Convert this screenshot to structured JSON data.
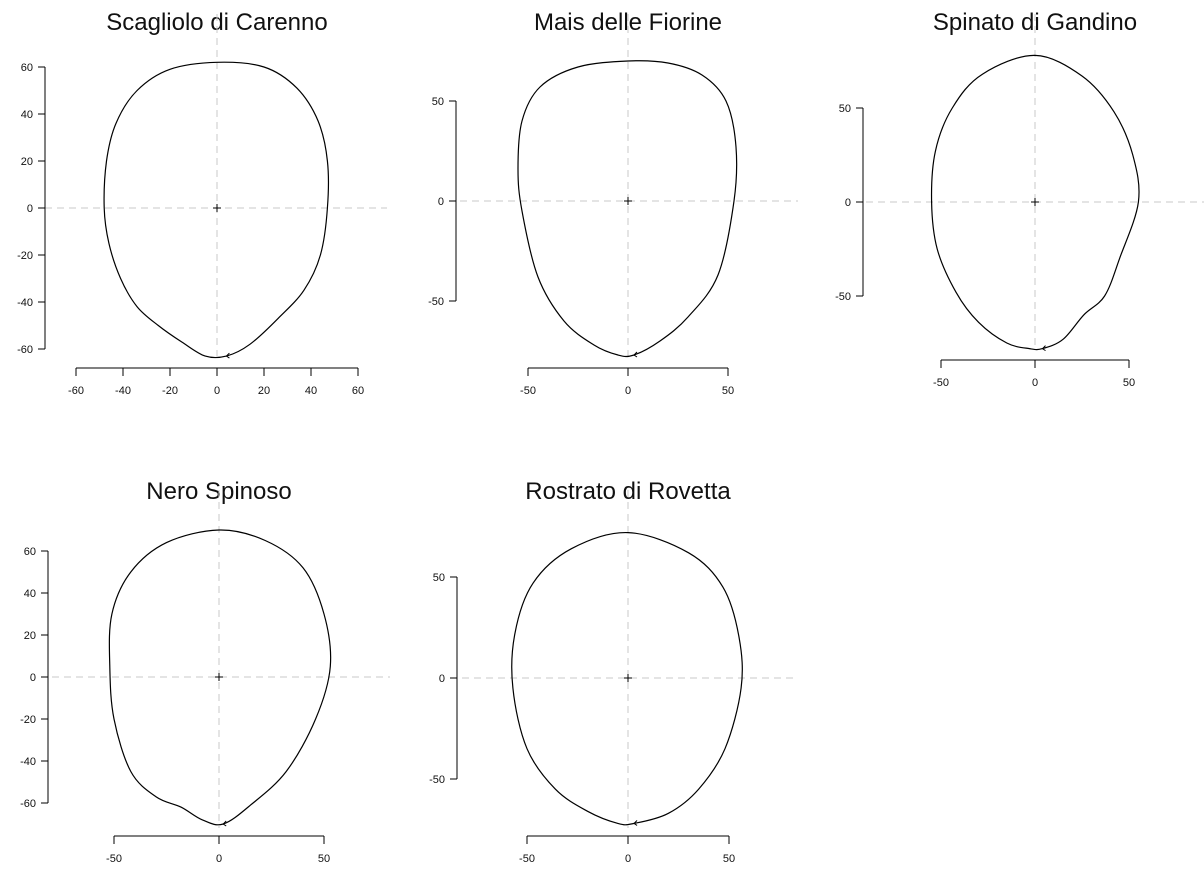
{
  "figure": {
    "colors": {
      "outline": "#000000",
      "axis": "#000000",
      "guide": "#c8c8c8",
      "text": "#111111"
    }
  },
  "chart_data": [
    {
      "type": "line",
      "title": "Scagliolo di Carenno",
      "xlabel": "",
      "ylabel": "",
      "xlim": [
        -60,
        60
      ],
      "ylim": [
        -60,
        60
      ],
      "xticks": [
        -60,
        -40,
        -20,
        0,
        20,
        40,
        60
      ],
      "yticks": [
        -60,
        -40,
        -20,
        0,
        20,
        40,
        60
      ],
      "xtick_labels": [
        "-60",
        "-40",
        "-20",
        "0",
        "20",
        "40",
        "60"
      ],
      "ytick_labels": [
        "-60",
        "-40",
        "-20",
        "0",
        "20",
        "40",
        "60"
      ],
      "grid": false,
      "guides": "dashed lines through origin",
      "centroid": [
        0,
        0
      ],
      "series": [
        {
          "values": [
            [
              4,
              -63
            ],
            [
              14,
              -58
            ],
            [
              26,
              -47
            ],
            [
              37,
              -35
            ],
            [
              44,
              -20
            ],
            [
              47,
              0
            ],
            [
              47,
              20
            ],
            [
              43,
              37
            ],
            [
              34,
              51
            ],
            [
              20,
              60
            ],
            [
              0,
              62
            ],
            [
              -20,
              59
            ],
            [
              -34,
              50
            ],
            [
              -43,
              36
            ],
            [
              -47,
              20
            ],
            [
              -48,
              0
            ],
            [
              -46,
              -15
            ],
            [
              -41,
              -30
            ],
            [
              -34,
              -42
            ],
            [
              -25,
              -50
            ],
            [
              -15,
              -57
            ],
            [
              -5,
              -63
            ],
            [
              4,
              -63
            ]
          ]
        }
      ]
    },
    {
      "type": "line",
      "title": "Mais delle Fiorine",
      "xlabel": "",
      "ylabel": "",
      "xlim": [
        -50,
        50
      ],
      "ylim": [
        -50,
        50
      ],
      "xticks": [
        -50,
        0,
        50
      ],
      "yticks": [
        -50,
        0,
        50
      ],
      "xtick_labels": [
        "-50",
        "0",
        "50"
      ],
      "ytick_labels": [
        "-50",
        "0",
        "50"
      ],
      "grid": false,
      "guides": "dashed lines through origin",
      "centroid": [
        0,
        0
      ],
      "series": [
        {
          "values": [
            [
              3,
              -77
            ],
            [
              16,
              -70
            ],
            [
              30,
              -58
            ],
            [
              45,
              -37
            ],
            [
              53,
              0
            ],
            [
              54,
              27
            ],
            [
              49,
              50
            ],
            [
              37,
              63
            ],
            [
              20,
              69
            ],
            [
              0,
              70
            ],
            [
              -25,
              67
            ],
            [
              -44,
              57
            ],
            [
              -53,
              40
            ],
            [
              -55,
              16
            ],
            [
              -53,
              -5
            ],
            [
              -45,
              -38
            ],
            [
              -32,
              -60
            ],
            [
              -17,
              -72
            ],
            [
              -5,
              -77
            ],
            [
              3,
              -77
            ]
          ]
        }
      ]
    },
    {
      "type": "line",
      "title": "Spinato di Gandino",
      "xlabel": "",
      "ylabel": "",
      "xlim": [
        -50,
        50
      ],
      "ylim": [
        -50,
        50
      ],
      "xticks": [
        -50,
        0,
        50
      ],
      "yticks": [
        -50,
        0,
        50
      ],
      "xtick_labels": [
        "-50",
        "0",
        "50"
      ],
      "ytick_labels": [
        "-50",
        "0",
        "50"
      ],
      "grid": false,
      "guides": "dashed lines through origin",
      "centroid": [
        0,
        0
      ],
      "series": [
        {
          "values": [
            [
              4,
              -78
            ],
            [
              15,
              -73
            ],
            [
              26,
              -60
            ],
            [
              37,
              -50
            ],
            [
              45,
              -30
            ],
            [
              55,
              0
            ],
            [
              52,
              25
            ],
            [
              42,
              48
            ],
            [
              25,
              67
            ],
            [
              0,
              78
            ],
            [
              -28,
              68
            ],
            [
              -44,
              50
            ],
            [
              -53,
              27
            ],
            [
              -55,
              0
            ],
            [
              -52,
              -25
            ],
            [
              -42,
              -48
            ],
            [
              -30,
              -64
            ],
            [
              -15,
              -75
            ],
            [
              -3,
              -78
            ],
            [
              4,
              -78
            ]
          ]
        }
      ]
    },
    {
      "type": "line",
      "title": "Nero Spinoso",
      "xlabel": "",
      "ylabel": "",
      "xlim": [
        -50,
        50
      ],
      "ylim": [
        -60,
        60
      ],
      "xticks": [
        -50,
        0,
        50
      ],
      "yticks": [
        -60,
        -40,
        -20,
        0,
        20,
        40,
        60
      ],
      "xtick_labels": [
        "-50",
        "0",
        "50"
      ],
      "ytick_labels": [
        "-60",
        "-40",
        "-20",
        "0",
        "20",
        "40",
        "60"
      ],
      "grid": false,
      "guides": "dashed lines through origin",
      "centroid": [
        0,
        0
      ],
      "series": [
        {
          "values": [
            [
              2,
              -70
            ],
            [
              15,
              -61
            ],
            [
              32,
              -45
            ],
            [
              46,
              -20
            ],
            [
              53,
              5
            ],
            [
              50,
              30
            ],
            [
              40,
              52
            ],
            [
              22,
              65
            ],
            [
              0,
              70
            ],
            [
              -25,
              64
            ],
            [
              -42,
              50
            ],
            [
              -51,
              30
            ],
            [
              -52,
              5
            ],
            [
              -50,
              -20
            ],
            [
              -42,
              -45
            ],
            [
              -30,
              -57
            ],
            [
              -18,
              -62
            ],
            [
              -8,
              -68
            ],
            [
              2,
              -70
            ]
          ]
        }
      ]
    },
    {
      "type": "line",
      "title": "Rostrato di Rovetta",
      "xlabel": "",
      "ylabel": "",
      "xlim": [
        -50,
        50
      ],
      "ylim": [
        -50,
        50
      ],
      "xticks": [
        -50,
        0,
        50
      ],
      "yticks": [
        -50,
        0,
        50
      ],
      "xtick_labels": [
        "-50",
        "0",
        "50"
      ],
      "ytick_labels": [
        "-50",
        "0",
        "50"
      ],
      "grid": false,
      "guides": "dashed lines through origin",
      "centroid": [
        0,
        0
      ],
      "series": [
        {
          "values": [
            [
              3,
              -72
            ],
            [
              20,
              -67
            ],
            [
              35,
              -55
            ],
            [
              48,
              -35
            ],
            [
              56,
              -5
            ],
            [
              55,
              20
            ],
            [
              47,
              45
            ],
            [
              30,
              62
            ],
            [
              0,
              72
            ],
            [
              -28,
              64
            ],
            [
              -47,
              47
            ],
            [
              -56,
              22
            ],
            [
              -57,
              -5
            ],
            [
              -50,
              -35
            ],
            [
              -36,
              -55
            ],
            [
              -20,
              -66
            ],
            [
              -5,
              -72
            ],
            [
              3,
              -72
            ]
          ]
        }
      ]
    }
  ]
}
